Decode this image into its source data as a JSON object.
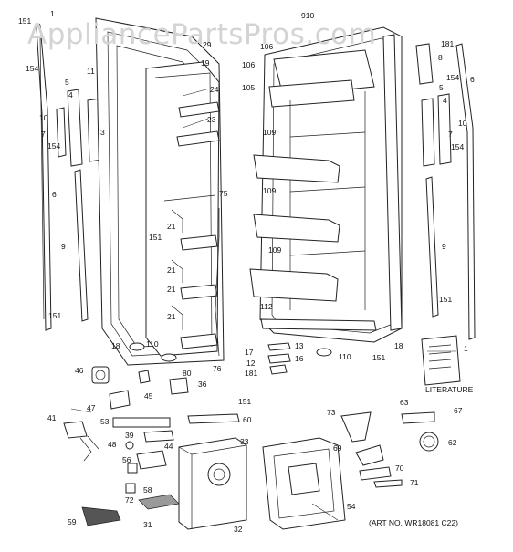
{
  "watermark": "AppliancePartsPros.com",
  "literature_label": "LITERATURE",
  "art_number": "(ART NO. WR18081 C22)",
  "part_labels": {
    "l151a": "151",
    "l1a": "1",
    "l910": "910",
    "l29": "29",
    "l181a": "181",
    "l154a": "154",
    "l11": "11",
    "l19": "19",
    "l106a": "106",
    "l106b": "106",
    "l8": "8",
    "l154b": "154",
    "l6a": "6",
    "l5a": "5",
    "l4a": "4",
    "l3": "3",
    "l24": "24",
    "l105": "105",
    "l5b": "5",
    "l4b": "4",
    "l10a": "10",
    "l7a": "7",
    "l23": "23",
    "l109a": "109",
    "l10b": "10",
    "l7b": "7",
    "l154c": "154",
    "l154d": "154",
    "l6b": "6",
    "l75": "75",
    "l109b": "109",
    "l21a": "21",
    "l9a": "9",
    "l151b": "151",
    "l21b": "21",
    "l109c": "109",
    "l9b": "9",
    "l21c": "21",
    "l151c": "151",
    "l112": "112",
    "l151d": "151",
    "l21d": "21",
    "l18a": "18",
    "l110a": "110",
    "l18b": "18",
    "l13": "13",
    "l17": "17",
    "l16": "16",
    "l110b": "110",
    "l151e": "151",
    "l1b": "1",
    "l12": "12",
    "l181b": "181",
    "l76": "76",
    "l80": "80",
    "l46": "46",
    "l45": "45",
    "l36": "36",
    "l47": "47",
    "l151f": "151",
    "l73": "73",
    "l63": "63",
    "l67": "67",
    "l41": "41",
    "l53": "53",
    "l60": "60",
    "l39": "39",
    "l62": "62",
    "l48": "48",
    "l44": "44",
    "l33": "33",
    "l69": "69",
    "l56": "56",
    "l70": "70",
    "l72": "72",
    "l58": "58",
    "l71": "71",
    "l31": "31",
    "l54": "54",
    "l59": "59",
    "l32": "32"
  }
}
